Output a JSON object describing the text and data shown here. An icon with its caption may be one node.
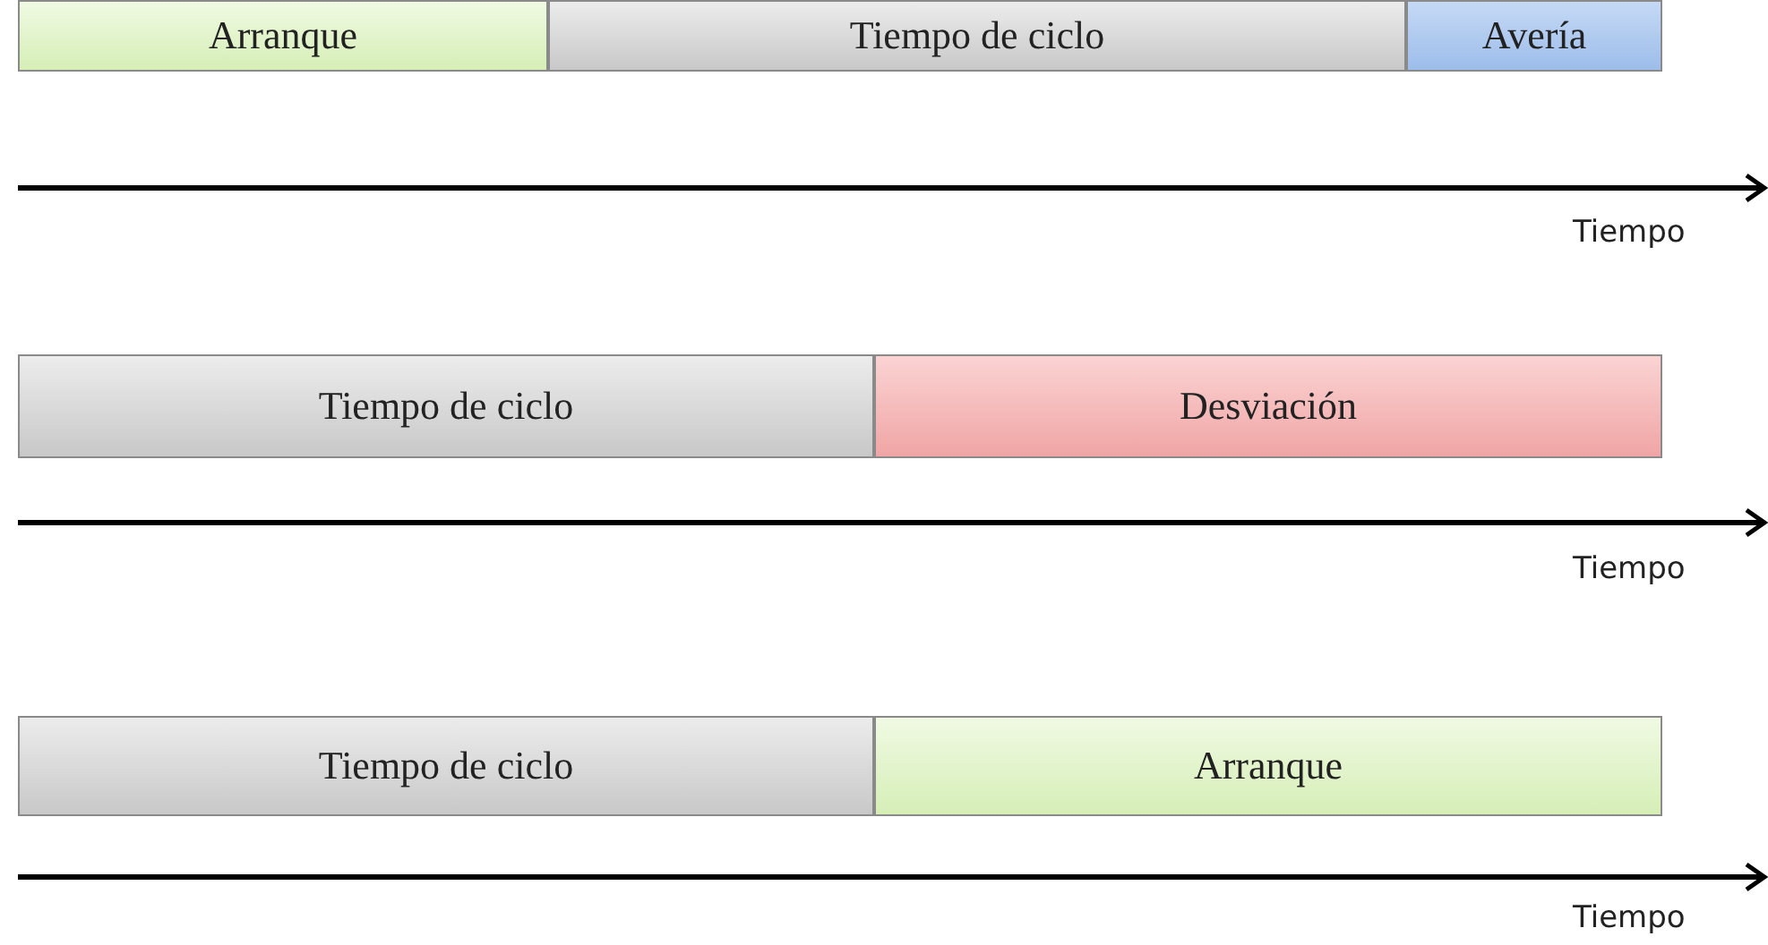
{
  "diagram": {
    "nodes": [
      {
        "text": [
          "Arranque"
        ]
      },
      {
        "text": [
          "Tiempo de ciclo"
        ]
      },
      {
        "text": [
          "Avería"
        ]
      },
      {
        "text": [
          "Tiempo de ciclo"
        ]
      },
      {
        "text": [
          "Desviación"
        ]
      },
      {
        "text": [
          "Tiempo de ciclo"
        ]
      },
      {
        "text": [
          "Arranque"
        ]
      }
    ],
    "edges": [],
    "labels": [
      "Tiempo",
      "Tiempo",
      "Tiempo"
    ]
  }
}
